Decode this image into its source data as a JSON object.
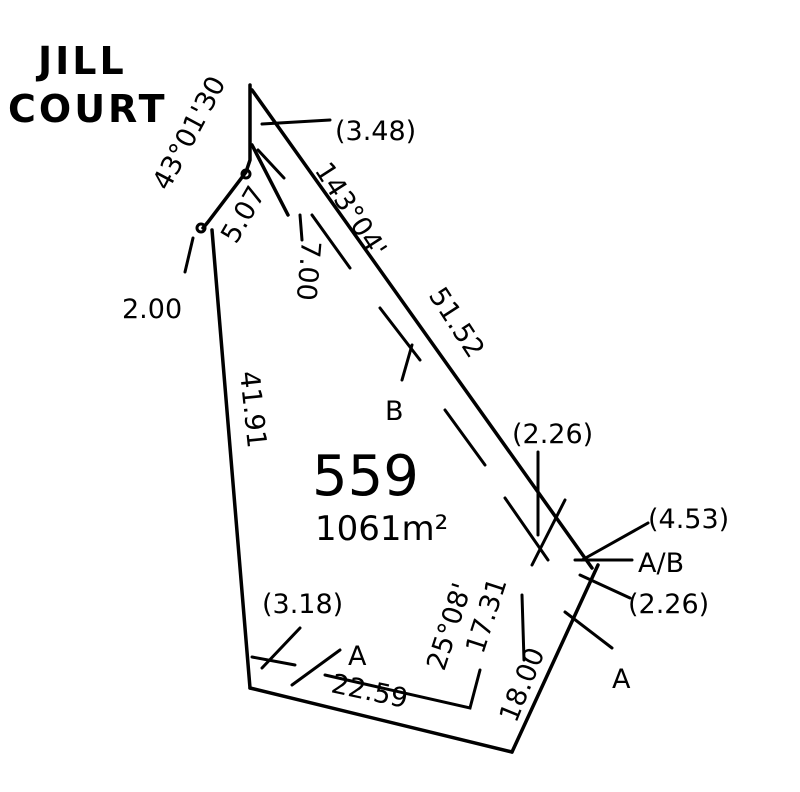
{
  "street_name": {
    "line1": "JILL",
    "line2": "COURT"
  },
  "lot": {
    "number": "559",
    "area": "1061m²"
  },
  "bearings": {
    "top": "43°01'30",
    "diagonal": "143°04'",
    "bottom": "25°08'"
  },
  "dimensions": {
    "diagonal_length": "51.52",
    "left_length": "41.91",
    "bottom_length": "22.59",
    "right_length": "18.00",
    "inner_right": "17.31",
    "truncation_1": "5.07",
    "truncation_2": "7.00",
    "corner_offset": "2.00"
  },
  "easement_widths": [
    "(3.48)",
    "(2.26)",
    "(4.53)",
    "(2.26)",
    "(3.18)"
  ],
  "easement_labels": {
    "b": "B",
    "ab": "A/B",
    "a1": "A",
    "a2": "A"
  }
}
